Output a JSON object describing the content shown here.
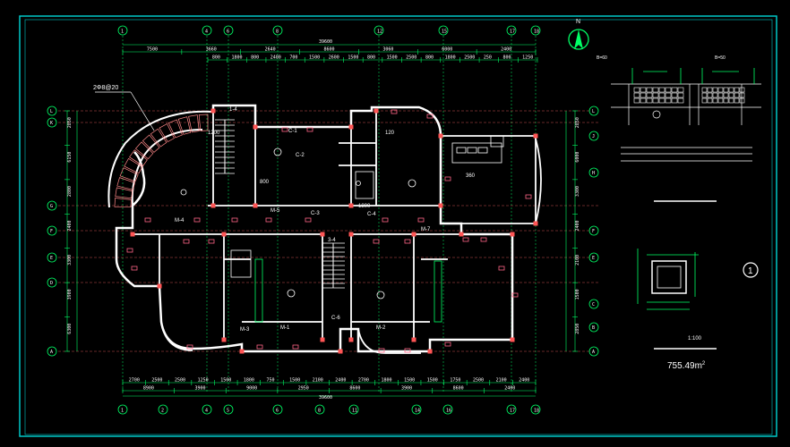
{
  "drawing": {
    "north_label": "N",
    "area_text": "755.49m",
    "area_superscript": "2",
    "scale_text": "1:100",
    "section_number": "1",
    "leader_label": "2Φ8@20",
    "total_width_top": "39600",
    "total_width_bottom": "39600",
    "detail_labels": [
      "B=60",
      "B=50"
    ],
    "column_labels_top": [
      "1",
      "4",
      "6",
      "8",
      "12",
      "15",
      "17",
      "18"
    ],
    "column_labels_bottom": [
      "1",
      "2",
      "4",
      "5",
      "6",
      "8",
      "11",
      "14",
      "16",
      "17",
      "18"
    ],
    "row_labels_left": [
      "L",
      "K",
      "G",
      "F",
      "E",
      "D",
      "A"
    ],
    "row_labels_right": [
      "L",
      "J",
      "H",
      "F",
      "E",
      "C",
      "B",
      "A"
    ],
    "dims_top_row1": [
      "7500",
      "3660",
      "2640",
      "8600",
      "3060",
      "6000",
      "2400"
    ],
    "dims_top_row2": [
      "800",
      "1800",
      "800",
      "2400",
      "700",
      "1500",
      "2600",
      "1500",
      "800",
      "1500",
      "2500",
      "800",
      "1800",
      "2500",
      "250",
      "800",
      "1250"
    ],
    "dims_bottom_row1": [
      "2700",
      "2500",
      "2500",
      "1250",
      "1500",
      "1800",
      "750",
      "1500",
      "2100",
      "2400",
      "2700",
      "1800",
      "1500",
      "1500",
      "1750",
      "2500",
      "2100",
      "2400"
    ],
    "dims_bottom_row2": [
      "8900",
      "3900",
      "9000",
      "2950",
      "8600",
      "3900",
      "8600",
      "2400"
    ],
    "dims_left": [
      "2850",
      "6150",
      "2800",
      "2400",
      "3300",
      "3900",
      "6300"
    ],
    "dims_right": [
      "2850",
      "6000",
      "3300",
      "2400",
      "2100",
      "1500",
      "2850"
    ],
    "window_marks": [
      "C-1",
      "C-2",
      "C-3",
      "C-4",
      "C-6",
      "M-1",
      "M-2",
      "M-3",
      "M-4",
      "M-5",
      "M-7",
      "120",
      "360",
      "1200",
      "1800",
      "800"
    ],
    "stair_labels": [
      "1-4",
      "3-4"
    ]
  }
}
